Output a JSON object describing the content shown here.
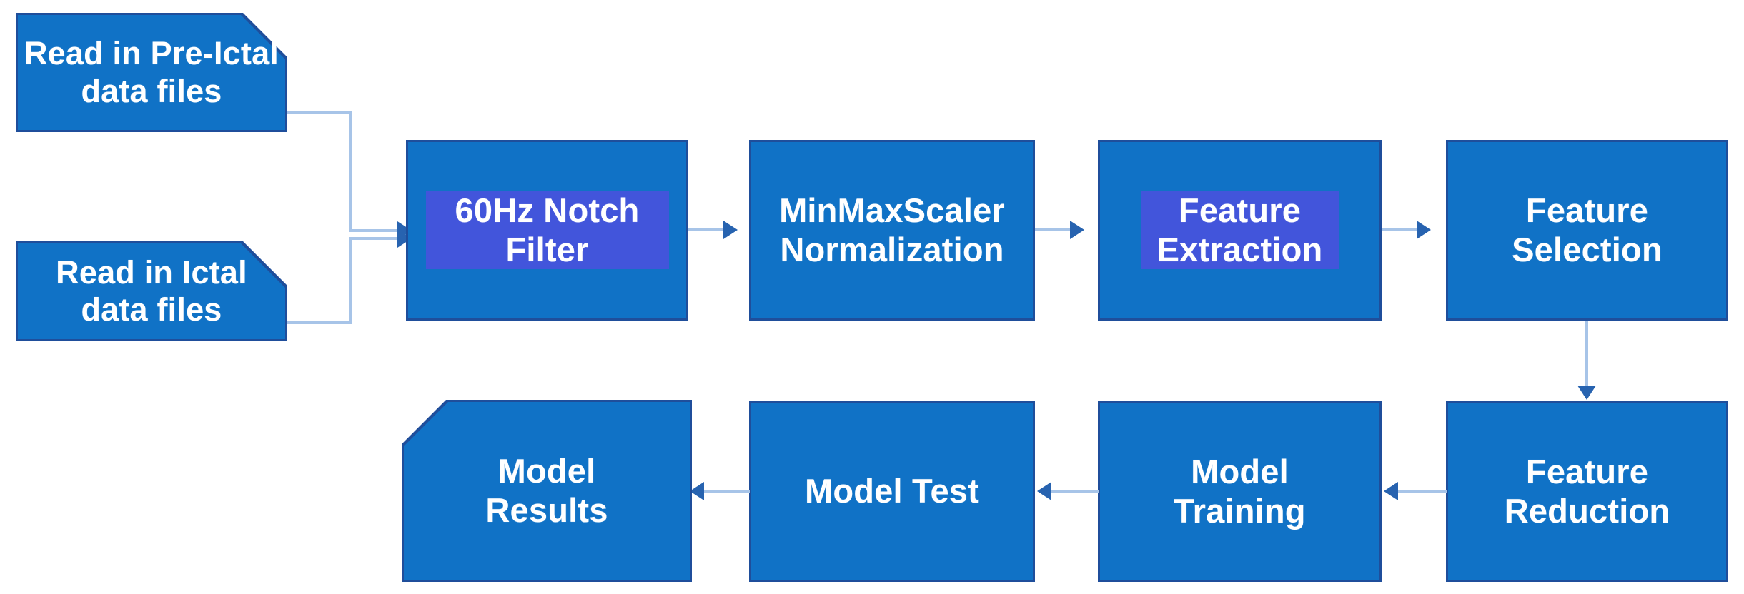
{
  "diagram": {
    "title": "EEG seizure-prediction processing pipeline flowchart",
    "colors": {
      "node_fill": "#1072C6",
      "node_border": "#1F4E9B",
      "node_text": "#FFFFFF",
      "connector": "#A7C4E8",
      "arrow_head": "#2763B0",
      "text_highlight": "#4255DB",
      "background": "#FFFFFF"
    },
    "nodes": [
      {
        "id": "read-pre-ictal",
        "label": "Read in Pre-Ictal data files",
        "label_lines": [
          "Read in Pre-",
          "Ictal data",
          "files"
        ],
        "shape": "document-notch-top-right",
        "highlighted": false
      },
      {
        "id": "read-ictal",
        "label": "Read in Ictal data files",
        "label_lines": [
          "Read in Ictal",
          "data files"
        ],
        "shape": "document-notch-top-right",
        "highlighted": false
      },
      {
        "id": "notch-filter",
        "label": "60Hz Notch Filter",
        "label_lines": [
          "60Hz Notch",
          "Filter"
        ],
        "shape": "rectangle",
        "highlighted": true
      },
      {
        "id": "minmax-normalization",
        "label": "MinMaxScaler Normalization",
        "label_lines": [
          "MinMaxScaler",
          "Normalization"
        ],
        "shape": "rectangle",
        "highlighted": false
      },
      {
        "id": "feature-extraction",
        "label": "Feature Extraction",
        "label_lines": [
          "Feature",
          "Extraction"
        ],
        "shape": "rectangle",
        "highlighted": true
      },
      {
        "id": "feature-selection",
        "label": "Feature Selection",
        "label_lines": [
          "Feature",
          "Selection"
        ],
        "shape": "rectangle",
        "highlighted": false
      },
      {
        "id": "feature-reduction",
        "label": "Feature Reduction",
        "label_lines": [
          "Feature",
          "Reduction"
        ],
        "shape": "rectangle",
        "highlighted": false
      },
      {
        "id": "model-training",
        "label": "Model Training",
        "label_lines": [
          "Model",
          "Training"
        ],
        "shape": "rectangle",
        "highlighted": false
      },
      {
        "id": "model-test",
        "label": "Model Test",
        "label_lines": [
          "Model Test"
        ],
        "shape": "rectangle",
        "highlighted": false
      },
      {
        "id": "model-results",
        "label": "Model Results",
        "label_lines": [
          "Model",
          "Results"
        ],
        "shape": "document-notch-top-left",
        "highlighted": false
      }
    ],
    "edges": [
      {
        "from": "read-pre-ictal",
        "to": "notch-filter",
        "style": "elbow",
        "direction": "right"
      },
      {
        "from": "read-ictal",
        "to": "notch-filter",
        "style": "elbow",
        "direction": "right"
      },
      {
        "from": "notch-filter",
        "to": "minmax-normalization",
        "style": "straight",
        "direction": "right"
      },
      {
        "from": "minmax-normalization",
        "to": "feature-extraction",
        "style": "straight",
        "direction": "right"
      },
      {
        "from": "feature-extraction",
        "to": "feature-selection",
        "style": "straight",
        "direction": "right"
      },
      {
        "from": "feature-selection",
        "to": "feature-reduction",
        "style": "straight",
        "direction": "down"
      },
      {
        "from": "feature-reduction",
        "to": "model-training",
        "style": "straight",
        "direction": "left"
      },
      {
        "from": "model-training",
        "to": "model-test",
        "style": "straight",
        "direction": "left"
      },
      {
        "from": "model-test",
        "to": "model-results",
        "style": "straight",
        "direction": "left"
      }
    ]
  }
}
